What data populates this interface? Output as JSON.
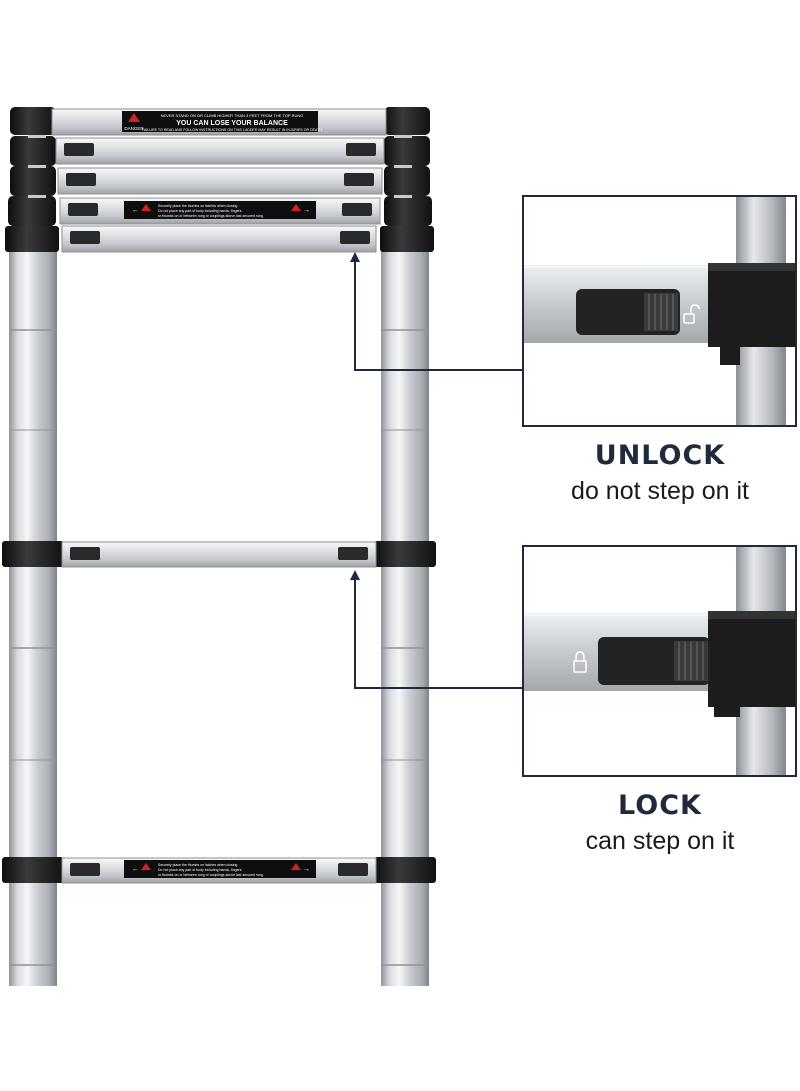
{
  "labels": {
    "top_warning_tag": "DANGER",
    "top_warning_line1": "NEVER STAND ON OR CLIMB HIGHER THAN 3 FEET FROM THE TOP RUNG",
    "top_warning_main": "YOU CAN LOSE YOUR BALANCE",
    "top_warning_line3": "FAILURE TO READ AND FOLLOW INSTRUCTIONS ON THIS LADDER MAY RESULT IN INJURIES OR DEATH",
    "rung_warning_line1": "Securely place the thumbs on latches when closing",
    "rung_warning_line2": "Do not place any part of body including hands, fingers",
    "rung_warning_line3": "or thumbs on or between rung or couplings above last secured rung."
  },
  "callouts": [
    {
      "title": "UNLOCK",
      "subtitle": "do not step on it",
      "state": "unlocked"
    },
    {
      "title": "LOCK",
      "subtitle": "can step on it",
      "state": "locked"
    }
  ],
  "colors": {
    "frame": "#1f2a3c",
    "callout_text": "#1f2a3c",
    "aluminum_light": "#e6e8eb",
    "aluminum_dark": "#9a9ea4",
    "black_parts": "#1c1c1c",
    "warning_red": "#d0231f"
  }
}
